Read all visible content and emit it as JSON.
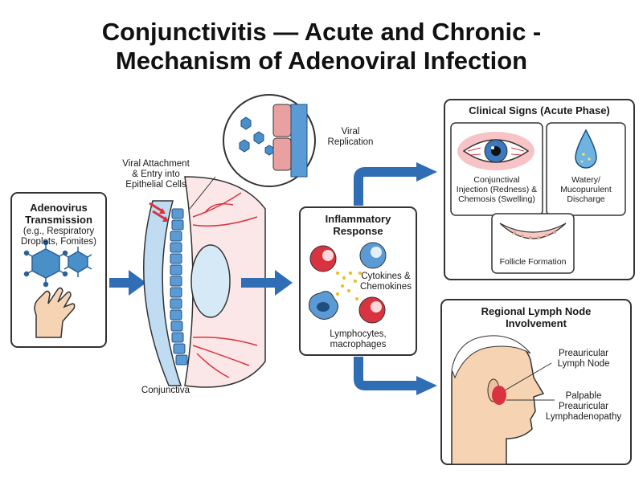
{
  "title": {
    "line1": "Conjunctivitis — Acute and Chronic -",
    "line2": "Mechanism of Adenoviral Infection"
  },
  "transmission": {
    "heading_line1": "Adenovirus",
    "heading_line2": "Transmission",
    "detail_line1": "(e.g., Respiratory",
    "detail_line2": "Droplets, Fomites)"
  },
  "eye": {
    "attachment_line1": "Viral Attachment",
    "attachment_line2": "& Entry into",
    "attachment_line3": "Epithelial Cells",
    "replication_line1": "Viral",
    "replication_line2": "Replication",
    "conjunctiva_label": "Conjunctiva"
  },
  "inflammatory": {
    "heading_line1": "Inflammatory",
    "heading_line2": "Response",
    "cytokines_line1": "Cytokines &",
    "cytokines_line2": "Chemokines",
    "cells_line1": "Lymphocytes,",
    "cells_line2": "macrophages"
  },
  "clinical": {
    "heading": "Clinical Signs (Acute Phase)",
    "injection_line1": "Conjunctival",
    "injection_line2": "Injection (Redness) &",
    "injection_line3": "Chemosis (Swelling)",
    "discharge_line1": "Watery/",
    "discharge_line2": "Mucopurulent",
    "discharge_line3": "Discharge",
    "follicle_label": "Follicle Formation"
  },
  "lymph": {
    "heading_line1": "Regional Lymph Node",
    "heading_line2": "Involvement",
    "node_line1": "Preauricular",
    "node_line2": "Lymph Node",
    "palpable_line1": "Palpable",
    "palpable_line2": "Preauricular",
    "palpable_line3": "Lymphadenopathy"
  },
  "colors": {
    "arrow_blue": "#2f6db5",
    "virus_blue": "#4a90c8",
    "inflamed_red": "#d9333f",
    "cell_blue": "#5b9bd5"
  }
}
